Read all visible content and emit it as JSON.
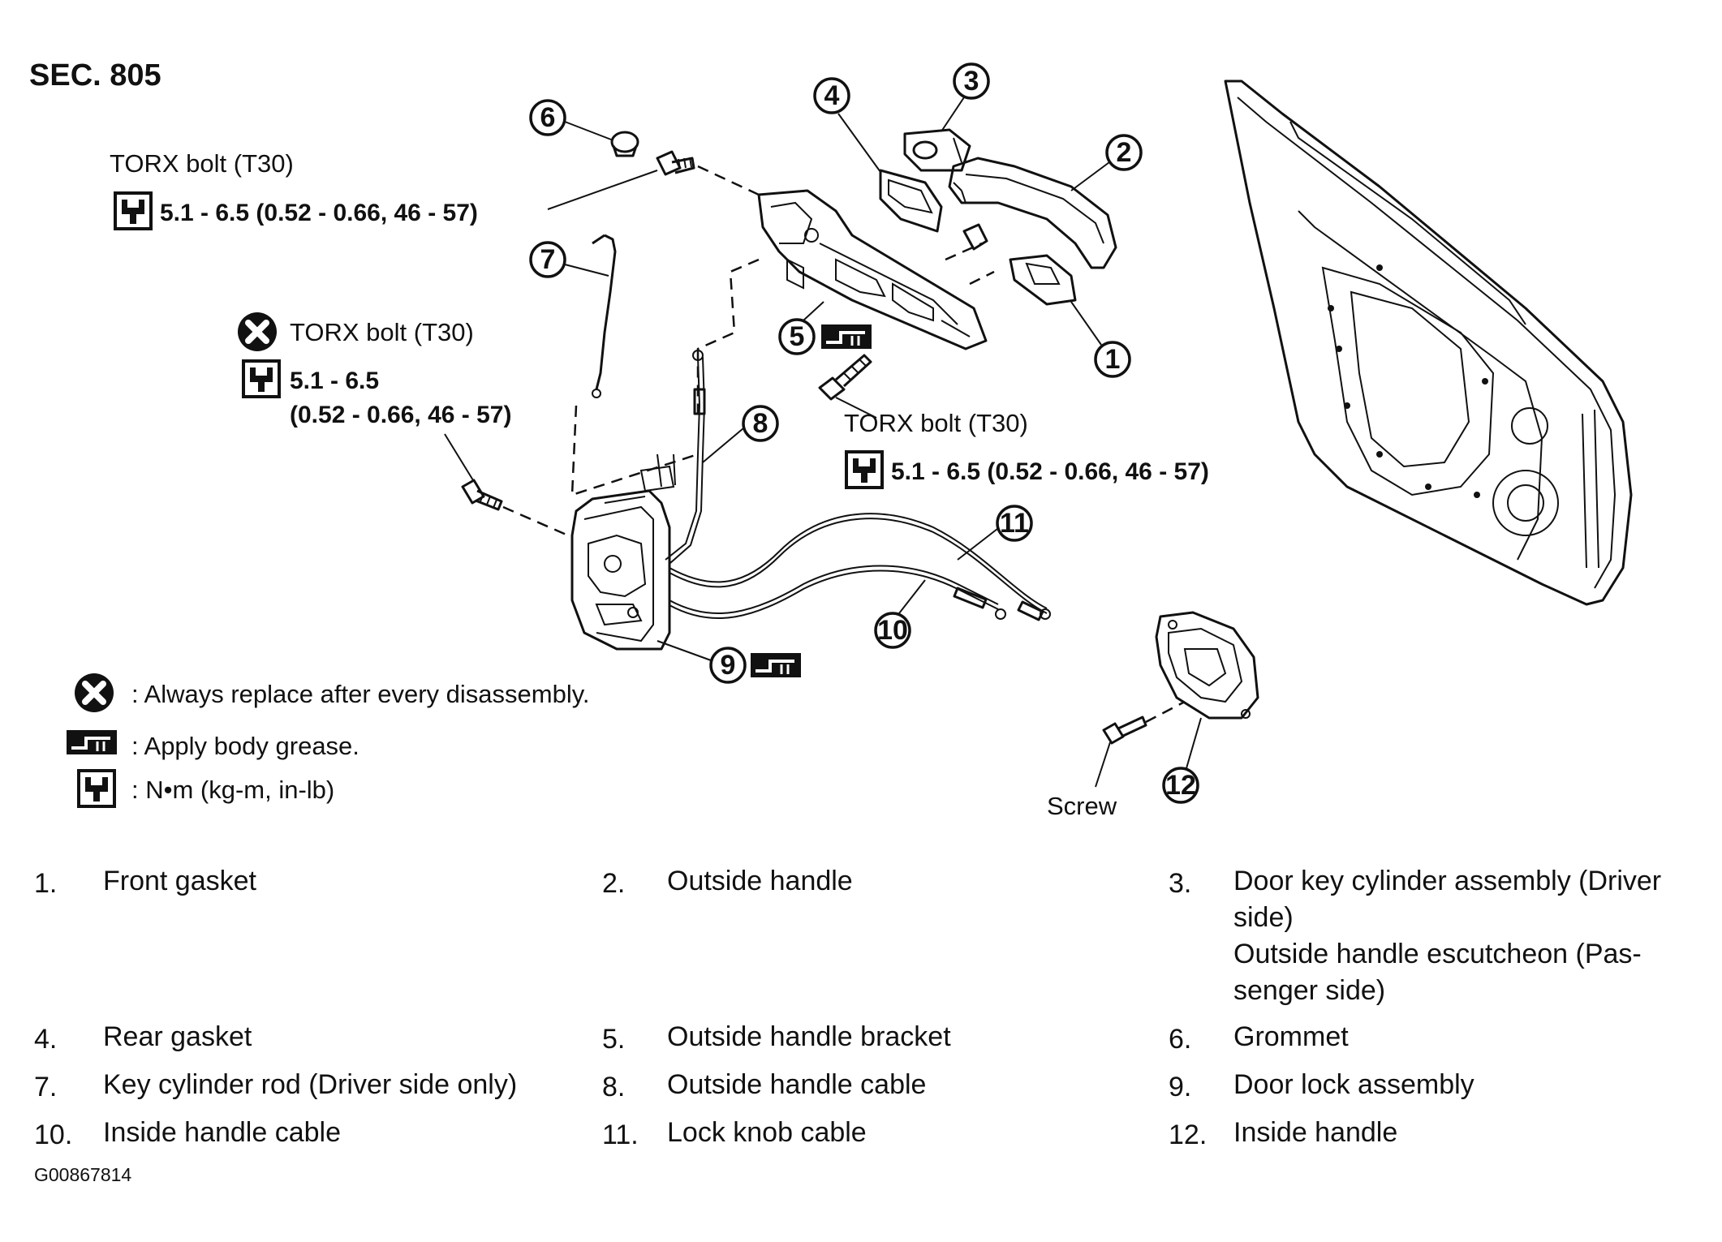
{
  "section": "SEC. 805",
  "callouts": {
    "torx_top": {
      "label": "TORX bolt (T30)",
      "torque": "5.1 - 6.5 (0.52 - 0.66, 46 - 57)"
    },
    "torx_left": {
      "label": "TORX bolt (T30)",
      "torque_1": "5.1 - 6.5",
      "torque_2": "(0.52 - 0.66, 46 - 57)"
    },
    "torx_mid": {
      "label": "TORX bolt (T30)",
      "torque": "5.1 - 6.5 (0.52 - 0.66, 46 - 57)"
    },
    "screw": "Screw"
  },
  "part_numbers": [
    "1",
    "2",
    "3",
    "4",
    "5",
    "6",
    "7",
    "8",
    "9",
    "10",
    "11",
    "12"
  ],
  "symbol_legend": {
    "replace": ": Always replace after every disassembly.",
    "grease": ": Apply body grease.",
    "torque": ": N•m (kg-m, in-lb)"
  },
  "parts": [
    {
      "num": "1.",
      "name": "Front gasket"
    },
    {
      "num": "2.",
      "name": "Outside handle"
    },
    {
      "num": "3.",
      "name_line1": "Door key cylinder assembly (Driver",
      "name_line2": "side)",
      "name_line3": "Outside handle escutcheon (Pas-",
      "name_line4": "senger side)"
    },
    {
      "num": "4.",
      "name": "Rear gasket"
    },
    {
      "num": "5.",
      "name": "Outside handle bracket"
    },
    {
      "num": "6.",
      "name": "Grommet"
    },
    {
      "num": "7.",
      "name": "Key cylinder rod (Driver side only)"
    },
    {
      "num": "8.",
      "name": "Outside handle cable"
    },
    {
      "num": "9.",
      "name": "Door lock assembly"
    },
    {
      "num": "10.",
      "name": "Inside handle cable"
    },
    {
      "num": "11.",
      "name": "Lock knob cable"
    },
    {
      "num": "12.",
      "name": "Inside handle"
    }
  ],
  "figure_code": "G00867814"
}
